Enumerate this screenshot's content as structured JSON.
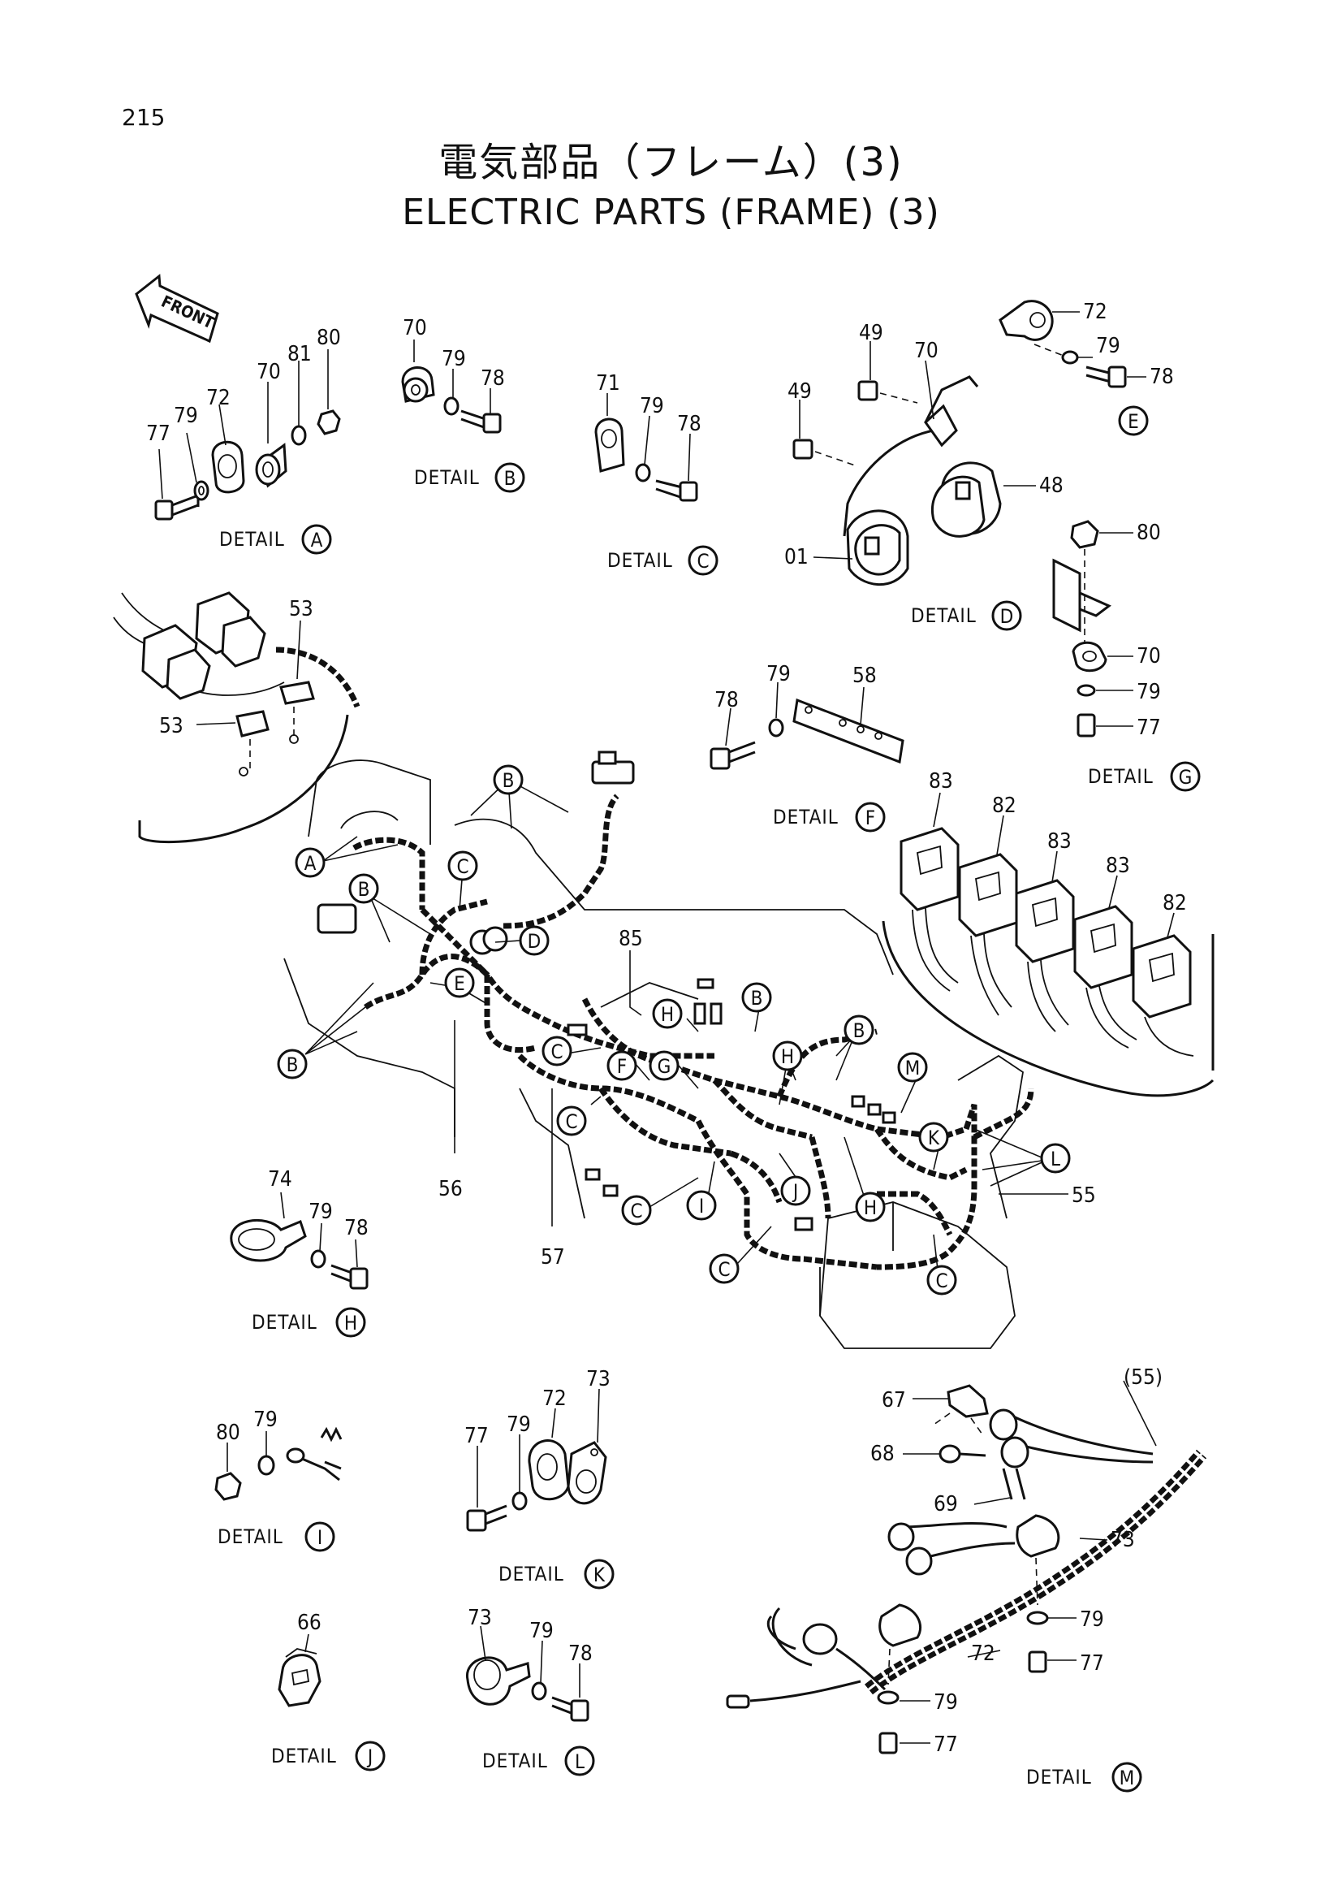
{
  "page_number": "215",
  "title_jp": "電気部品（フレーム）(3)",
  "title_en": "ELECTRIC PARTS (FRAME) (3)",
  "front_label": "FRONT",
  "details": {
    "A": {
      "label": "DETAIL",
      "letter": "A",
      "parts": [
        "77",
        "79",
        "72",
        "70",
        "81",
        "80"
      ]
    },
    "B": {
      "label": "DETAIL",
      "letter": "B",
      "parts": [
        "70",
        "79",
        "78"
      ]
    },
    "C": {
      "label": "DETAIL",
      "letter": "C",
      "parts": [
        "71",
        "79",
        "78"
      ]
    },
    "D": {
      "label": "DETAIL",
      "letter": "D",
      "parts": [
        "49",
        "49",
        "70",
        "48",
        "01"
      ]
    },
    "E": {
      "label": "",
      "letter": "E",
      "parts": [
        "72",
        "79",
        "78"
      ]
    },
    "F": {
      "label": "DETAIL",
      "letter": "F",
      "parts": [
        "78",
        "79",
        "58"
      ]
    },
    "G": {
      "label": "DETAIL",
      "letter": "G",
      "parts": [
        "80",
        "70",
        "79",
        "77"
      ]
    },
    "H": {
      "label": "DETAIL",
      "letter": "H",
      "parts": [
        "74",
        "79",
        "78"
      ]
    },
    "I": {
      "label": "DETAIL",
      "letter": "I",
      "parts": [
        "80",
        "79"
      ]
    },
    "J": {
      "label": "DETAIL",
      "letter": "J",
      "parts": [
        "66"
      ]
    },
    "K": {
      "label": "DETAIL",
      "letter": "K",
      "parts": [
        "77",
        "79",
        "72",
        "73"
      ]
    },
    "L": {
      "label": "DETAIL",
      "letter": "L",
      "parts": [
        "73",
        "79",
        "78"
      ]
    },
    "M": {
      "label": "DETAIL",
      "letter": "M",
      "parts": [
        "67",
        "68",
        "69",
        "(55)",
        "73",
        "79",
        "77",
        "72",
        "79",
        "77"
      ]
    }
  },
  "inset_connectors": [
    "53",
    "53"
  ],
  "relays": [
    "83",
    "82",
    "83",
    "83",
    "82"
  ],
  "main_parts": [
    "85",
    "56",
    "57",
    "55"
  ],
  "main_callouts": [
    "B",
    "A",
    "C",
    "B",
    "D",
    "E",
    "B",
    "H",
    "B",
    "C",
    "F",
    "G",
    "H",
    "B",
    "M",
    "C",
    "K",
    "L",
    "C",
    "I",
    "J",
    "H",
    "C",
    "C"
  ]
}
